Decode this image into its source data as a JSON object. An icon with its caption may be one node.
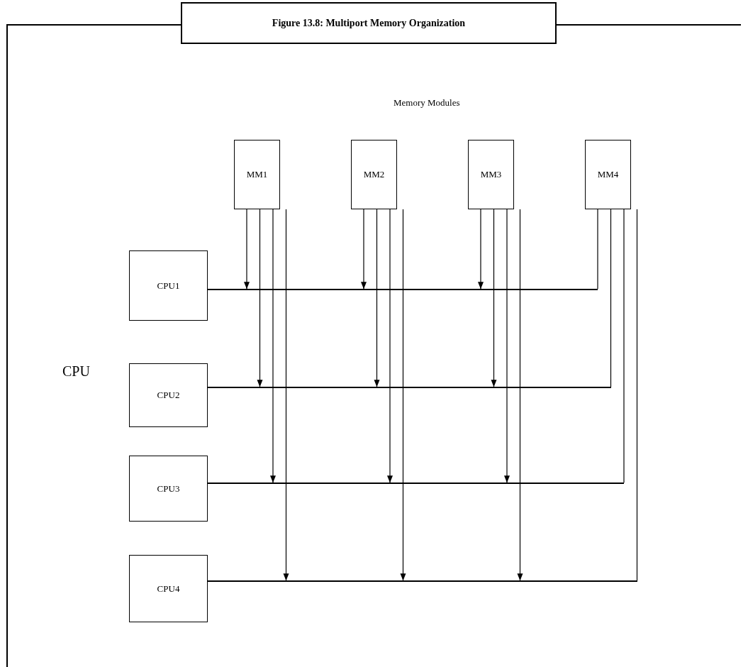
{
  "diagram": {
    "title": "Figure 13.8: Multiport Memory Organization",
    "nodes": [
      {
        "text": [
          "MM1"
        ]
      },
      {
        "text": [
          "MM2"
        ]
      },
      {
        "text": [
          "MM3"
        ]
      },
      {
        "text": [
          "MM4"
        ]
      },
      {
        "text": [
          "CPU1"
        ]
      },
      {
        "text": [
          "CPU2"
        ]
      },
      {
        "text": [
          "CPU3"
        ]
      },
      {
        "text": [
          "CPU4"
        ]
      },
      {
        "text": [],
        "shape": "bar"
      },
      {
        "text": [],
        "shape": "bar"
      },
      {
        "text": [],
        "shape": "bar"
      },
      {
        "text": [],
        "shape": "bar"
      }
    ],
    "edges": [
      {
        "from": 0,
        "to": 8,
        "arrow": "to"
      },
      {
        "from": 0,
        "to": 9,
        "arrow": "to"
      },
      {
        "from": 0,
        "to": 10,
        "arrow": "to"
      },
      {
        "from": 0,
        "to": 11,
        "arrow": "to"
      },
      {
        "from": 1,
        "to": 8,
        "arrow": "to"
      },
      {
        "from": 1,
        "to": 9,
        "arrow": "to"
      },
      {
        "from": 1,
        "to": 10,
        "arrow": "to"
      },
      {
        "from": 1,
        "to": 11,
        "arrow": "to"
      },
      {
        "from": 2,
        "to": 8,
        "arrow": "to"
      },
      {
        "from": 2,
        "to": 9,
        "arrow": "to"
      },
      {
        "from": 2,
        "to": 10,
        "arrow": "to"
      },
      {
        "from": 2,
        "to": 11,
        "arrow": "to"
      },
      {
        "from": 3,
        "to": 8,
        "arrow": "none"
      },
      {
        "from": 3,
        "to": 9,
        "arrow": "none"
      },
      {
        "from": 3,
        "to": 10,
        "arrow": "none"
      },
      {
        "from": 3,
        "to": 11,
        "arrow": "none"
      }
    ],
    "labels": [
      "Memory Modules",
      "CPU"
    ]
  }
}
